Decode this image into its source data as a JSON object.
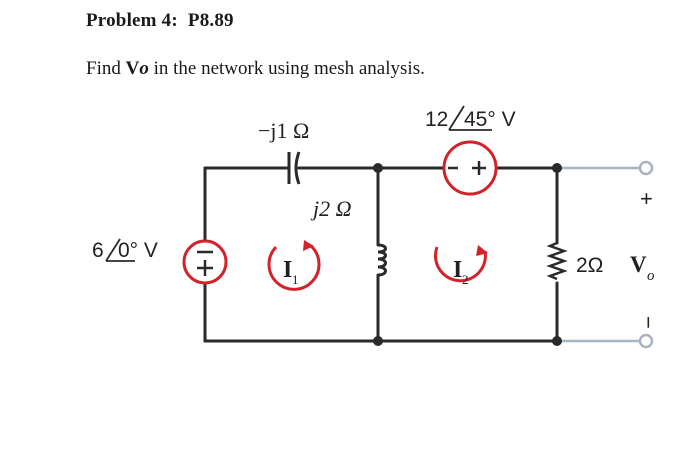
{
  "problem": {
    "label": "Problem 4:",
    "number": "P8.89"
  },
  "statement": {
    "before": "Find ",
    "var_bold": "V",
    "var_sub": "o",
    "after": " in the network using mesh analysis."
  },
  "circuit": {
    "capacitor_label": "−j1 Ω",
    "inductor_label": "j2 Ω",
    "top_source_label": "12",
    "top_source_angle": "45° V",
    "left_source_label": "6",
    "left_source_angle": "0° V",
    "mesh1_label": "I",
    "mesh1_sub": "1",
    "mesh2_label": "I",
    "mesh2_sub": "2",
    "resistor_label": "2Ω",
    "output_label": "V",
    "output_sub": "o",
    "plus_sign": "+",
    "minus_sign": "−"
  }
}
